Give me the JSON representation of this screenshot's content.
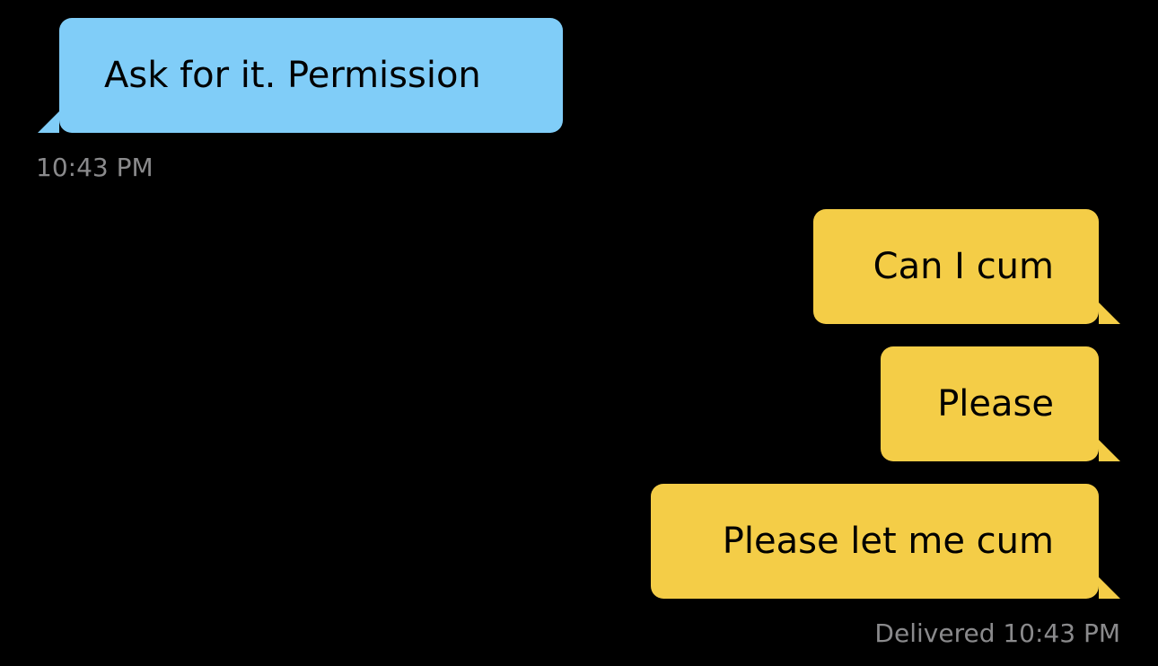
{
  "conversation": {
    "messages": [
      {
        "direction": "incoming",
        "text": "Ask for it. Permission"
      },
      {
        "direction": "outgoing",
        "text": "Can I cum"
      },
      {
        "direction": "outgoing",
        "text": "Please"
      },
      {
        "direction": "outgoing",
        "text": "Please let me cum"
      }
    ],
    "incoming_timestamp": "10:43 PM",
    "outgoing_status": "Delivered 10:43 PM"
  },
  "colors": {
    "background": "#000000",
    "incoming_bubble": "#80cdf8",
    "outgoing_bubble": "#f4cd47",
    "timestamp_text": "#8a8a8c"
  }
}
